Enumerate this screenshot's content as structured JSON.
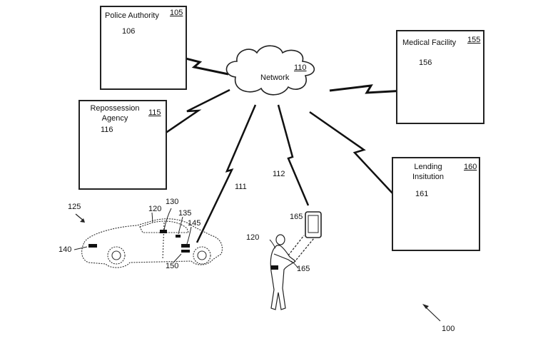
{
  "nodes": {
    "police": {
      "title": "Police Authority",
      "ref": "105",
      "server_ref": "106"
    },
    "repo": {
      "title_line1": "Repossession",
      "title_line2": "Agency",
      "ref": "115",
      "server_ref": "116"
    },
    "medical": {
      "title": "Medical Facility",
      "ref": "155",
      "server_ref": "156"
    },
    "lending": {
      "title_line1": "Lending",
      "title_line2": "Insitution",
      "ref": "160",
      "server_ref": "161"
    }
  },
  "network": {
    "label": "Network",
    "ref": "110"
  },
  "links": {
    "vehicle_link": "111",
    "device_link": "112"
  },
  "vehicle": {
    "ref": "125",
    "owner_ref": "120",
    "parts": [
      "130",
      "135",
      "145",
      "140",
      "150"
    ]
  },
  "user": {
    "ref": "120",
    "device_ref": "165",
    "device_ref_2": "165"
  },
  "figure": {
    "ref": "100"
  }
}
